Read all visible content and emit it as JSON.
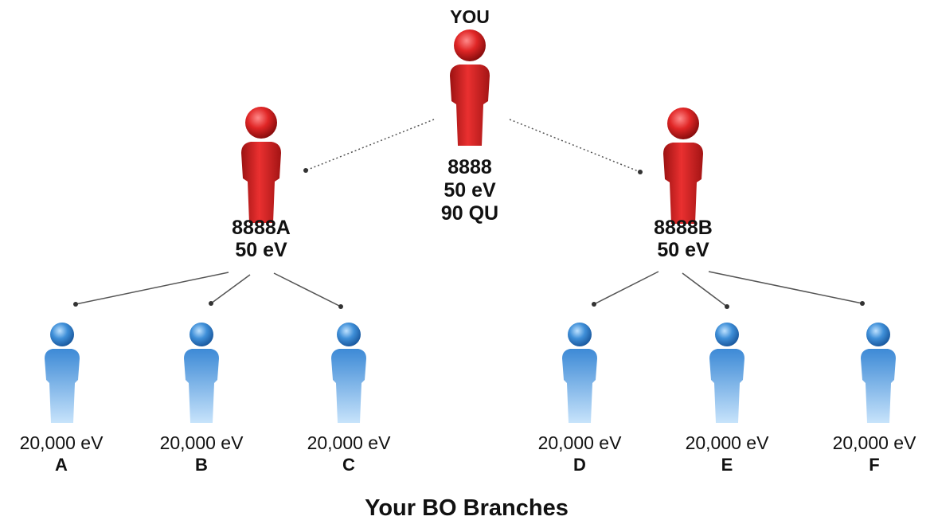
{
  "diagram": {
    "top": {
      "title": "YOU",
      "id": "8888",
      "ev": "50 eV",
      "qu": "90 QU"
    },
    "left": {
      "id": "8888A",
      "ev": "50 eV"
    },
    "right": {
      "id": "8888B",
      "ev": "50 eV"
    },
    "branches": [
      {
        "amount": "20,000 eV",
        "letter": "A"
      },
      {
        "amount": "20,000 eV",
        "letter": "B"
      },
      {
        "amount": "20,000 eV",
        "letter": "C"
      },
      {
        "amount": "20,000 eV",
        "letter": "D"
      },
      {
        "amount": "20,000 eV",
        "letter": "E"
      },
      {
        "amount": "20,000 eV",
        "letter": "F"
      }
    ],
    "footer": "Your BO Branches",
    "colors": {
      "red": "#d61f1f",
      "blue": "#3f8fd8"
    }
  }
}
